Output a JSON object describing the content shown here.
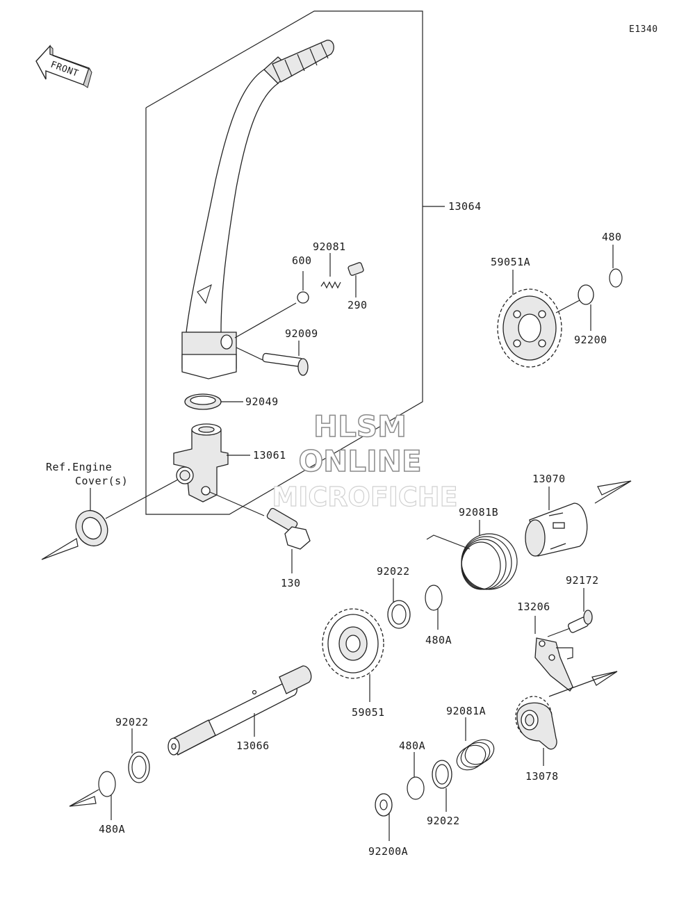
{
  "diagram_code": "E1340",
  "front_label": "FRONT",
  "ref_note": {
    "line1": "Ref.Engine",
    "line2": "Cover(s)"
  },
  "watermark": {
    "line1": "HLSM",
    "line2": "ONLINE",
    "line3": "MICROFICHE"
  },
  "parts": {
    "p13064": "13064",
    "p92081": "92081",
    "p600": "600",
    "p290": "290",
    "p92009": "92009",
    "p92049": "92049",
    "p13061": "13061",
    "p130": "130",
    "p59051A": "59051A",
    "p480": "480",
    "p92200": "92200",
    "p13070": "13070",
    "p92081B": "92081B",
    "p92022a": "92022",
    "p480Aa": "480A",
    "p92172": "92172",
    "p13206": "13206",
    "p59051": "59051",
    "p92022b": "92022",
    "p13066": "13066",
    "p480Ab": "480A",
    "p92081A": "92081A",
    "p480Ac": "480A",
    "p13078": "13078",
    "p92022c": "92022",
    "p92200A": "92200A"
  }
}
